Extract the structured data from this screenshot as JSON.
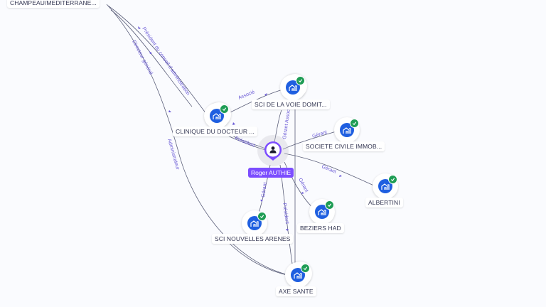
{
  "colors": {
    "background": "#fafbfe",
    "company": "#1f5fe0",
    "verified": "#1f9d55",
    "person": "#7c4dff",
    "edge": "#5b5f7a",
    "edge_label": "#6b5bd6"
  },
  "person": {
    "name": "Roger AUTHIE",
    "icon": "person-icon"
  },
  "companies": [
    {
      "id": "champeau",
      "label": "CHAMPEAU/MEDITERRANE...",
      "icon": "building-icon",
      "verified": false
    },
    {
      "id": "clinique",
      "label": "CLINIQUE DU DOCTEUR ...",
      "icon": "building-icon",
      "verified": true
    },
    {
      "id": "sci_voie",
      "label": "SCI DE LA VOIE DOMIT...",
      "icon": "building-icon",
      "verified": true
    },
    {
      "id": "societe",
      "label": "SOCIETE CIVILE IMMOB...",
      "icon": "building-icon",
      "verified": true
    },
    {
      "id": "albertini",
      "label": "ALBERTINI",
      "icon": "building-icon",
      "verified": true
    },
    {
      "id": "beziers",
      "label": "BEZIERS HAD",
      "icon": "building-icon",
      "verified": true
    },
    {
      "id": "sci_arenes",
      "label": "SCI NOUVELLES ARENES",
      "icon": "building-icon",
      "verified": true
    },
    {
      "id": "axe",
      "label": "AXE SANTE",
      "icon": "building-icon",
      "verified": true
    }
  ],
  "edges": [
    {
      "to": "champeau",
      "label": "Président du conseil d'administration"
    },
    {
      "to": "champeau",
      "label": "Directeur général"
    },
    {
      "to": "axe",
      "label": "Administrateur"
    },
    {
      "to": "clinique",
      "label": "Président"
    },
    {
      "to": "sci_voie",
      "label": "Associé"
    },
    {
      "to": "sci_voie",
      "label": "Gérant Associé"
    },
    {
      "to": "societe",
      "label": "Gérant"
    },
    {
      "to": "albertini",
      "label": "Gérant"
    },
    {
      "to": "beziers",
      "label": "Gérant"
    },
    {
      "to": "sci_arenes",
      "label": "Gérant"
    },
    {
      "to": "axe",
      "label": "Président"
    }
  ]
}
